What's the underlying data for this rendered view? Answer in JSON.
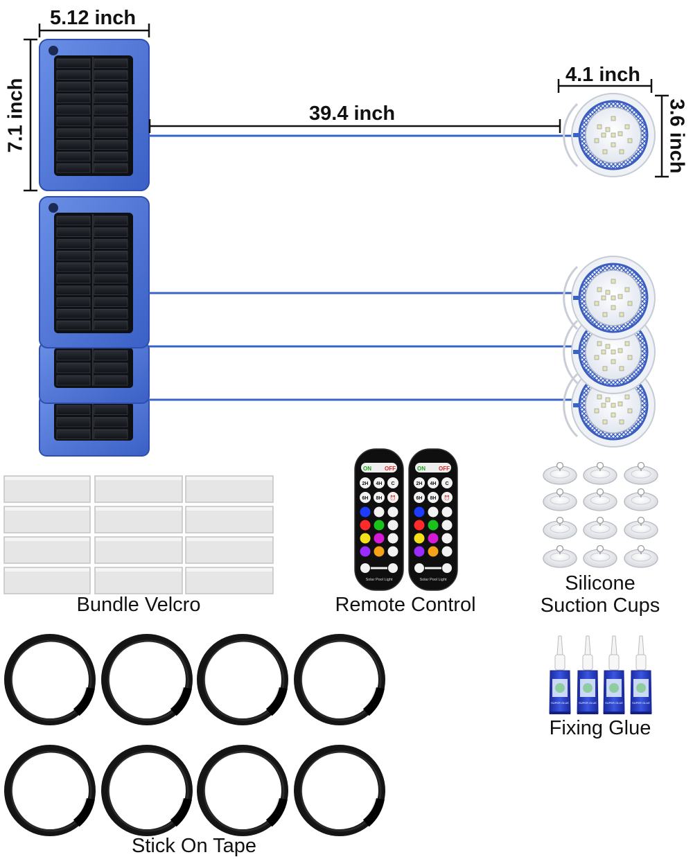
{
  "dimensions": {
    "panel_width": "5.12 inch",
    "panel_height": "7.1 inch",
    "cable_length": "39.4 inch",
    "light_width": "4.1 inch",
    "light_height": "3.6 inch"
  },
  "items": {
    "velcro": "Bundle Velcro",
    "remote": "Remote Control",
    "suction_line1": "Silicone",
    "suction_line2": "Suction Cups",
    "glue": "Fixing Glue",
    "tape": "Stick On Tape"
  },
  "remote_buttons": {
    "on": "ON",
    "off": "OFF",
    "row2": [
      "2H",
      "4H",
      "C"
    ],
    "row3": [
      "6H",
      "8H",
      "⏰"
    ],
    "footer": "Solar Pool Light"
  },
  "glue_label": "SUPER GLUE",
  "colors": {
    "panel_blue": "#4a72d6",
    "cable_blue": "#3a63c8",
    "light_ring": "#3c5fbf",
    "glue_blue": "#2a3fc4"
  }
}
